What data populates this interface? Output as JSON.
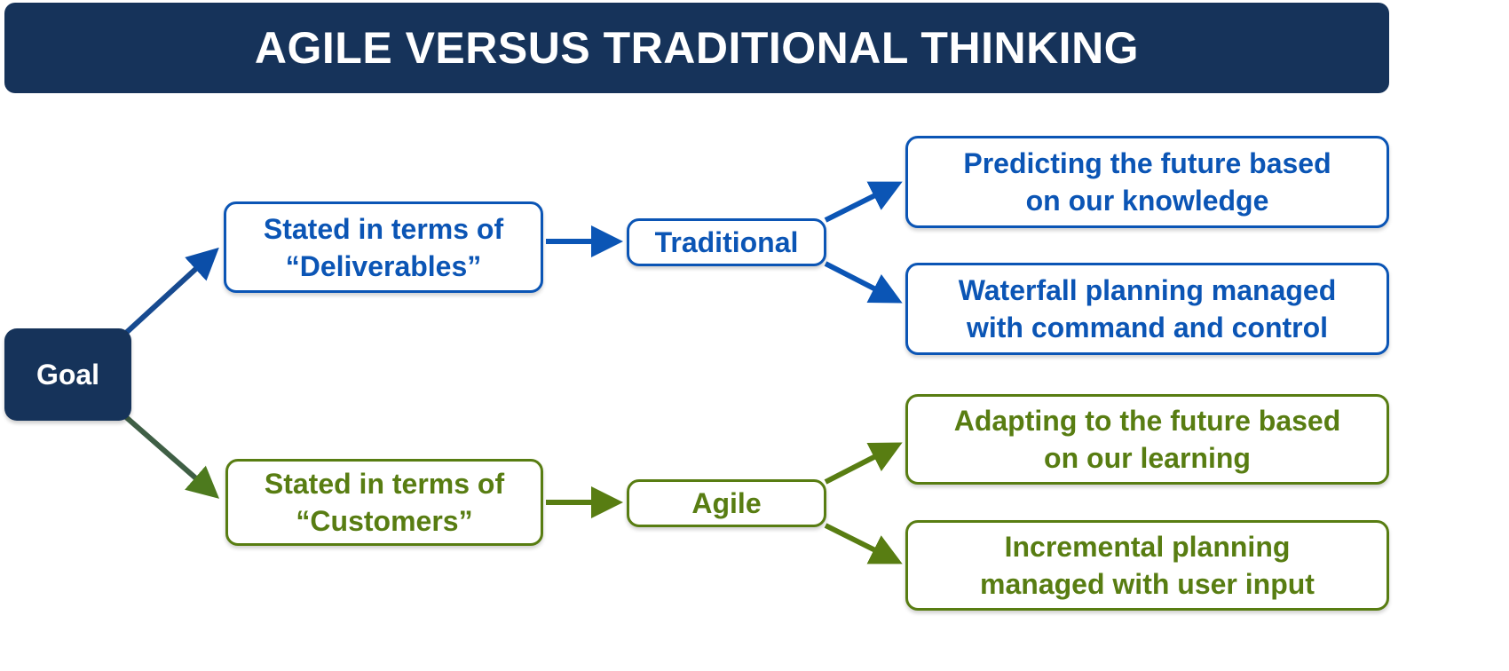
{
  "title": "AGILE VERSUS TRADITIONAL THINKING",
  "goal": "Goal",
  "traditional": {
    "stated": "Stated in terms of\n“Deliverables”",
    "label": "Traditional",
    "outcomes": [
      "Predicting the future based\non our knowledge",
      "Waterfall planning managed\nwith command and control"
    ],
    "color": "#0b55b5"
  },
  "agile": {
    "stated": "Stated in terms of\n“Customers”",
    "label": "Agile",
    "outcomes": [
      "Adapting to the future based\non our learning",
      "Incremental planning\nmanaged with user input"
    ],
    "color": "#587d12"
  }
}
